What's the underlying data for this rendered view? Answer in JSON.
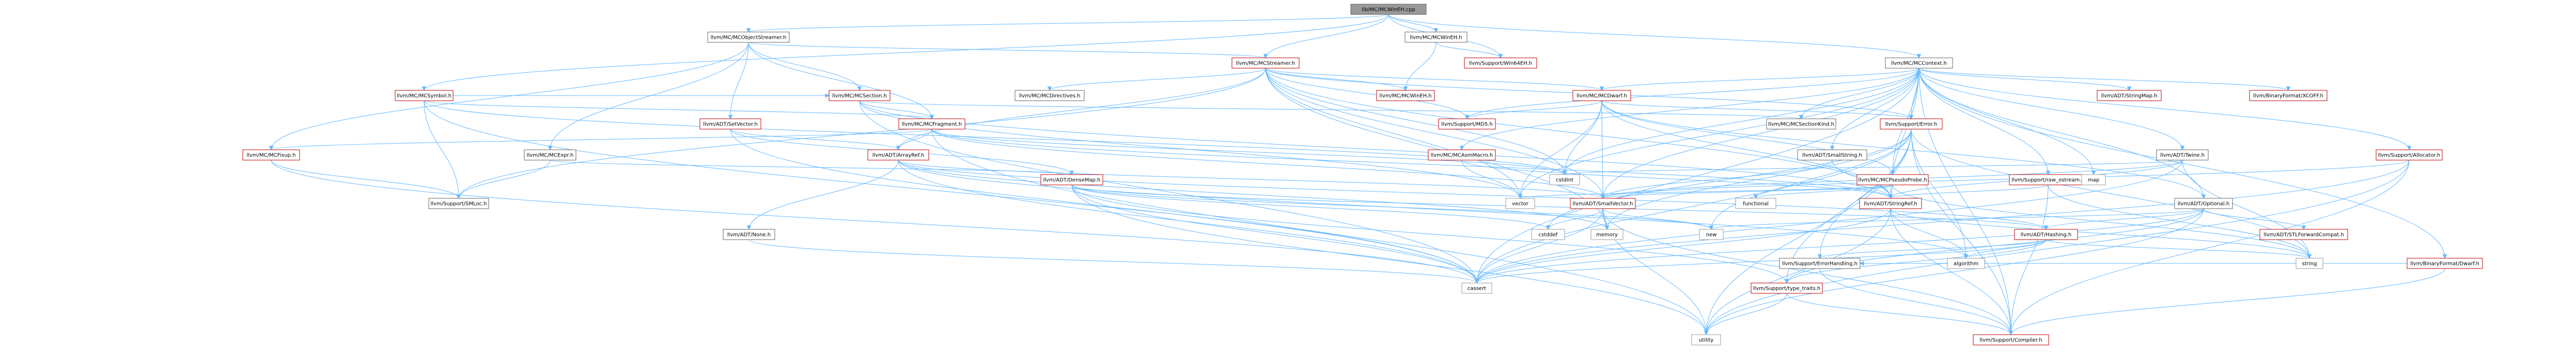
{
  "root_label": "lib/MC/MCWinEH.cpp",
  "colors": {
    "root_fill": "#999999",
    "root_stroke": "#666666",
    "red_stroke": "#bf0303",
    "gray_stroke": "#999999",
    "node_fill": "#ffffff",
    "edge_blue": "#63b8ff",
    "edge_arrow_fill": "#63b8ff"
  },
  "nodes": [
    {
      "id": "n0",
      "label": "lib/MC/MCWinEH.cpp",
      "style": "root"
    },
    {
      "id": "n1",
      "label": "llvm/MC/MCObjectStreamer.h",
      "style": "plain"
    },
    {
      "id": "n2",
      "label": "llvm/MC/MCWinEH.h",
      "style": "plain"
    },
    {
      "id": "n3",
      "label": "llvm/Support/Win64EH.h",
      "style": "red"
    },
    {
      "id": "n4",
      "label": "llvm/MC/MCContext.h",
      "style": "plain"
    },
    {
      "id": "n5",
      "label": "llvm/MC/MCSymbol.h",
      "style": "red"
    },
    {
      "id": "n6",
      "label": "llvm/MC/MCStreamer.h",
      "style": "red"
    },
    {
      "id": "n7",
      "label": "llvm/MC/MCSection.h",
      "style": "red"
    },
    {
      "id": "n8",
      "label": "llvm/ADT/SetVector.h",
      "style": "red"
    },
    {
      "id": "n9",
      "label": "llvm/MC/MCFragment.h",
      "style": "red"
    },
    {
      "id": "n10",
      "label": "llvm/MC/MCFixup.h",
      "style": "red"
    },
    {
      "id": "n11",
      "label": "llvm/MC/MCExpr.h",
      "style": "plain"
    },
    {
      "id": "n12",
      "label": "llvm/MC/MCDirectives.h",
      "style": "plain"
    },
    {
      "id": "n13",
      "label": "llvm/MC/MCWinEH.h",
      "style": "red"
    },
    {
      "id": "n14",
      "label": "llvm/MC/MCDwarf.h",
      "style": "red"
    },
    {
      "id": "n15",
      "label": "llvm/MC/MCSectionKind.h",
      "style": "plain"
    },
    {
      "id": "n16",
      "label": "llvm/Support/MD5.h",
      "style": "red"
    },
    {
      "id": "n17",
      "label": "llvm/Support/Error.h",
      "style": "red"
    },
    {
      "id": "n18",
      "label": "llvm/ADT/StringMap.h",
      "style": "red"
    },
    {
      "id": "n19",
      "label": "llvm/BinaryFormat/XCOFF.h",
      "style": "red"
    },
    {
      "id": "n20",
      "label": "llvm/MC/MCAsmMacro.h",
      "style": "red"
    },
    {
      "id": "n21",
      "label": "llvm/ADT/SmallString.h",
      "style": "plain"
    },
    {
      "id": "n22",
      "label": "llvm/MC/MCPseudoProbe.h",
      "style": "red"
    },
    {
      "id": "n23",
      "label": "llvm/Support/raw_ostream.h",
      "style": "red"
    },
    {
      "id": "n24",
      "label": "llvm/ADT/Twine.h",
      "style": "plain"
    },
    {
      "id": "n25",
      "label": "llvm/Support/Allocator.h",
      "style": "red"
    },
    {
      "id": "n26",
      "label": "llvm/ADT/ArrayRef.h",
      "style": "red"
    },
    {
      "id": "n27",
      "label": "llvm/Support/SMLoc.h",
      "style": "plain"
    },
    {
      "id": "n28",
      "label": "llvm/ADT/DenseMap.h",
      "style": "red"
    },
    {
      "id": "n29",
      "label": "llvm/ADT/SmallVector.h",
      "style": "red"
    },
    {
      "id": "n30",
      "label": "llvm/ADT/StringRef.h",
      "style": "red"
    },
    {
      "id": "n31",
      "label": "llvm/ADT/Optional.h",
      "style": "plain"
    },
    {
      "id": "n32",
      "label": "llvm/BinaryFormat/Dwarf.h",
      "style": "red"
    },
    {
      "id": "n33",
      "label": "llvm/ADT/None.h",
      "style": "plain"
    },
    {
      "id": "n34",
      "label": "vector",
      "style": "gray"
    },
    {
      "id": "n35",
      "label": "cstdint",
      "style": "gray"
    },
    {
      "id": "n36",
      "label": "map",
      "style": "gray"
    },
    {
      "id": "n37",
      "label": "new",
      "style": "gray"
    },
    {
      "id": "n38",
      "label": "functional",
      "style": "gray"
    },
    {
      "id": "n39",
      "label": "cstddef",
      "style": "gray"
    },
    {
      "id": "n40",
      "label": "memory",
      "style": "gray"
    },
    {
      "id": "n41",
      "label": "llvm/ADT/Hashing.h",
      "style": "red"
    },
    {
      "id": "n42",
      "label": "llvm/ADT/STLForwardCompat.h",
      "style": "red"
    },
    {
      "id": "n43",
      "label": "llvm/Support/ErrorHandling.h",
      "style": "plain"
    },
    {
      "id": "n44",
      "label": "llvm/Support/type_traits.h",
      "style": "red"
    },
    {
      "id": "n45",
      "label": "algorithm",
      "style": "gray"
    },
    {
      "id": "n46",
      "label": "string",
      "style": "gray"
    },
    {
      "id": "n47",
      "label": "cassert",
      "style": "gray"
    },
    {
      "id": "n48",
      "label": "utility",
      "style": "gray"
    },
    {
      "id": "n49",
      "label": "llvm/Support/Compiler.h",
      "style": "red"
    }
  ]
}
